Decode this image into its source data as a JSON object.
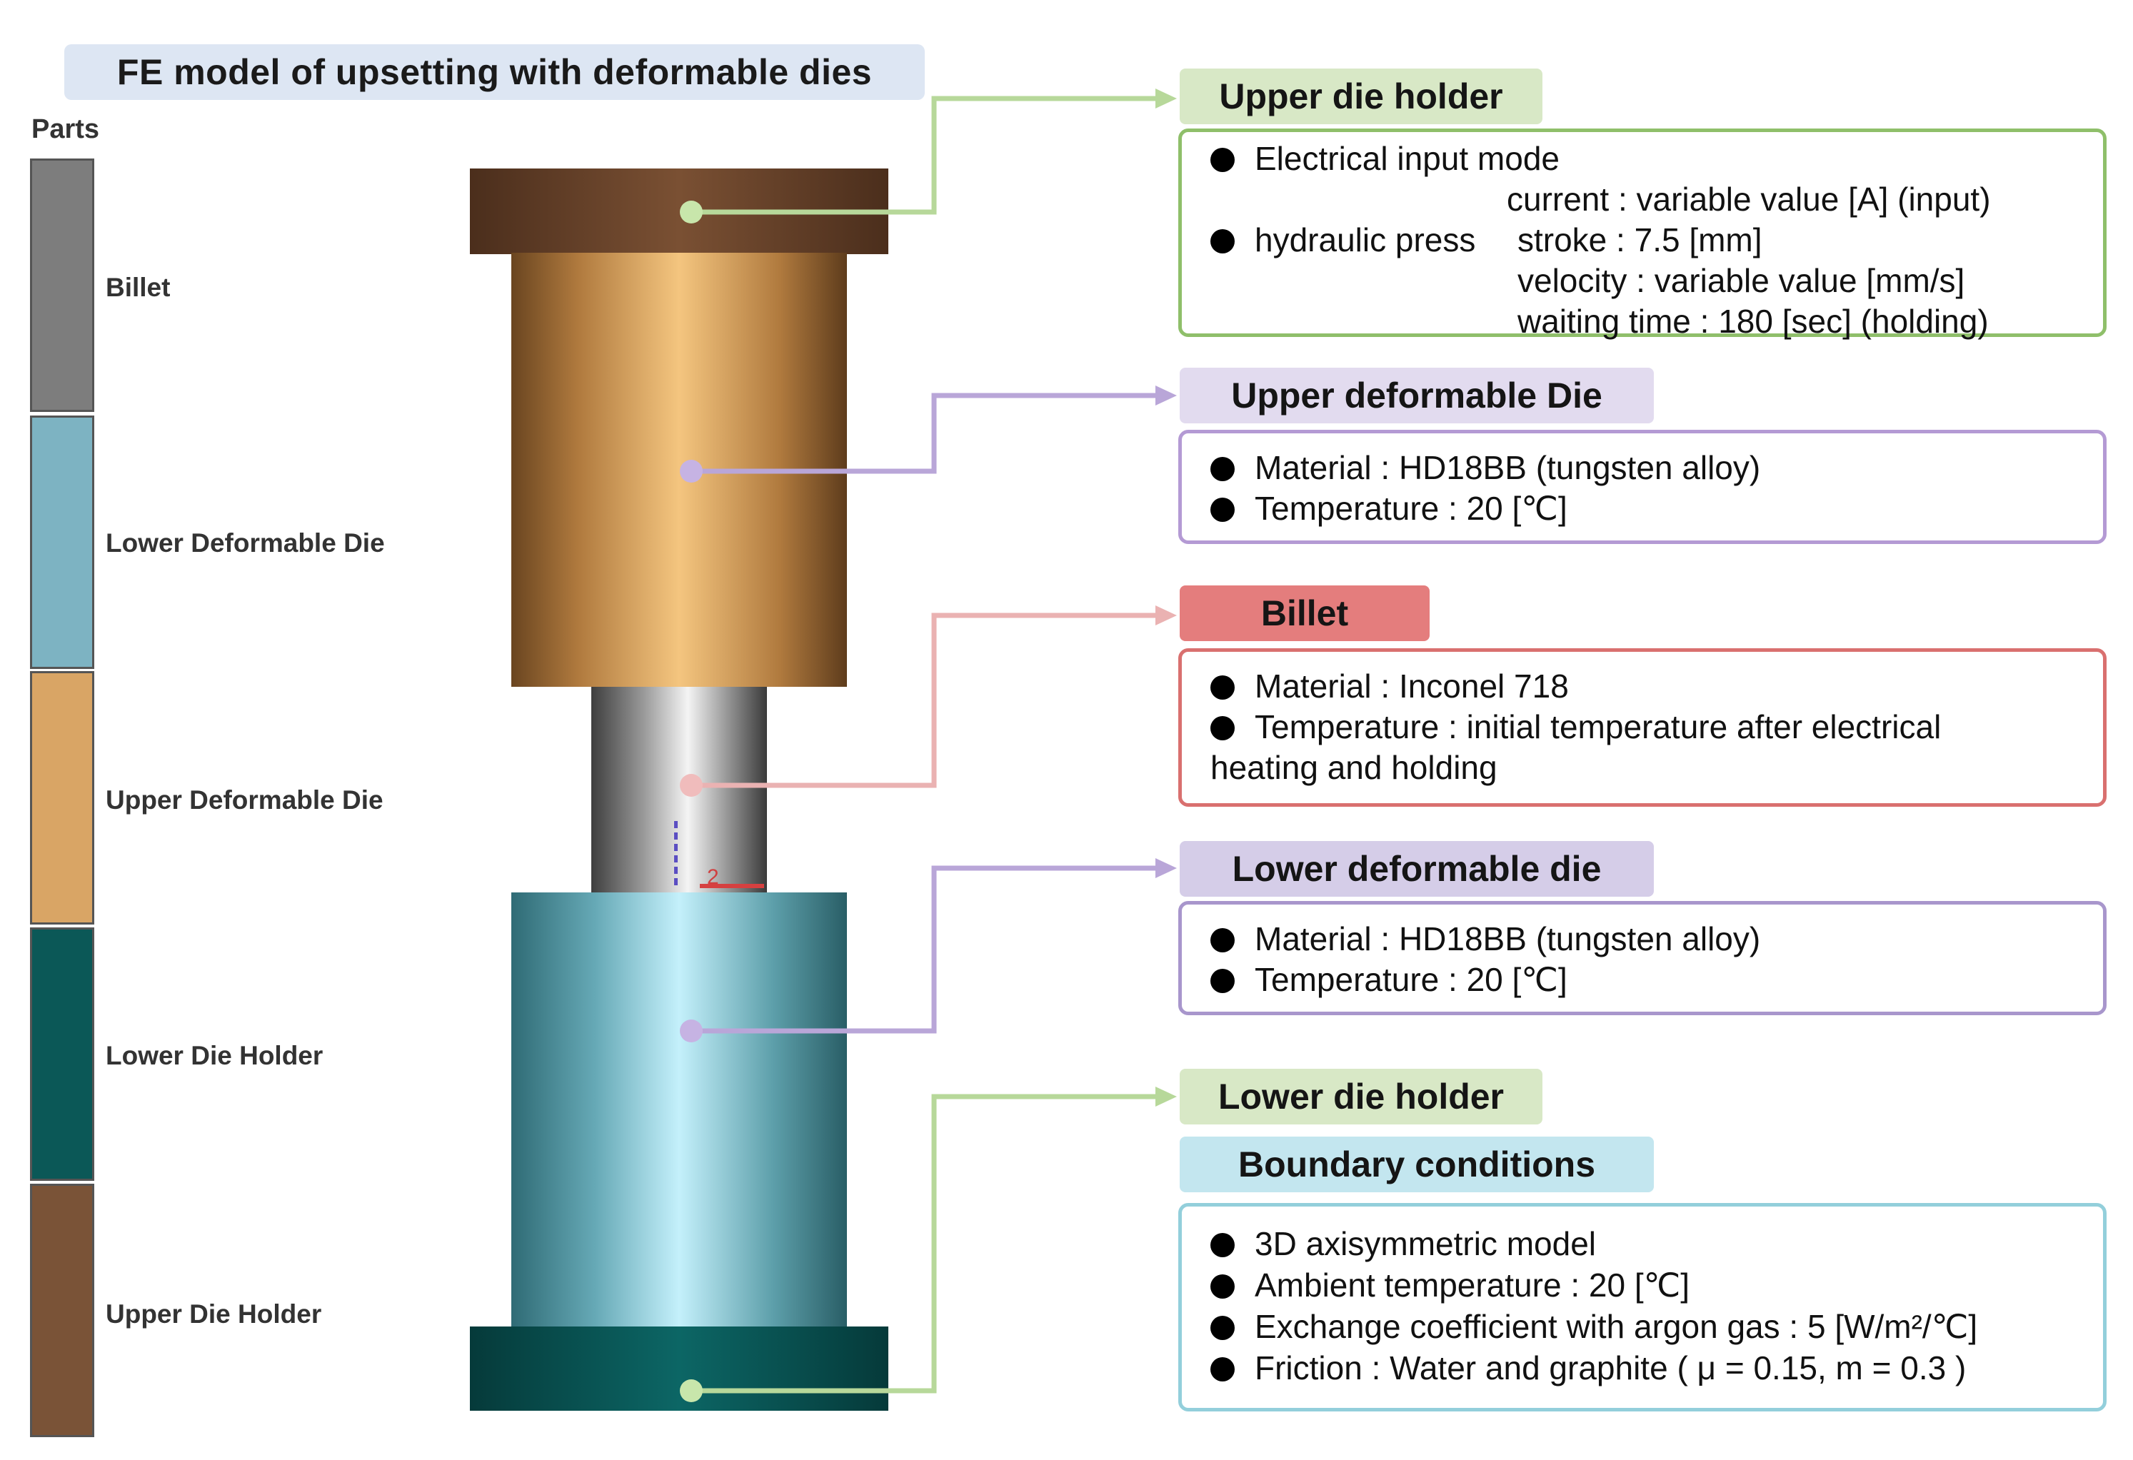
{
  "title": "FE model of upsetting with deformable dies",
  "parts": {
    "label": "Parts",
    "items": [
      {
        "name": "Billet",
        "color": "#7d7d7d"
      },
      {
        "name": "Lower Deformable Die",
        "color": "#7db3c2"
      },
      {
        "name": "Upper Deformable Die",
        "color": "#d9a565"
      },
      {
        "name": "Lower Die Holder",
        "color": "#0b5857"
      },
      {
        "name": "Upper Die Holder",
        "color": "#7a5337"
      }
    ]
  },
  "model": {
    "mesh_label": "2"
  },
  "callouts": {
    "upper_die_holder": {
      "title": "Upper die holder",
      "color": "#8fbf6a",
      "header_bg": "#d8e8c6",
      "lines": [
        "Electrical input mode",
        "current : variable value [A] (input)",
        "hydraulic press",
        "stroke : 7.5 [mm]",
        "velocity : variable value [mm/s]",
        "waiting time : 180 [sec] (holding)"
      ]
    },
    "upper_deformable_die": {
      "title": "Upper deformable Die",
      "color": "#b49ad4",
      "header_bg": "#e2dbef",
      "lines": [
        "Material : HD18BB (tungsten alloy)",
        "Temperature : 20 [℃]"
      ]
    },
    "billet": {
      "title": "Billet",
      "color": "#d9706f",
      "header_bg": "#e47d7d",
      "lines": [
        "Material : Inconel 718",
        "Temperature : initial temperature after electrical",
        "heating and holding"
      ]
    },
    "lower_deformable_die": {
      "title": "Lower deformable die",
      "color": "#a896cc",
      "header_bg": "#d5cde8",
      "lines": [
        "Material : HD18BB (tungsten alloy)",
        "Temperature : 20 [℃]"
      ]
    },
    "lower_die_holder": {
      "title": "Lower die holder",
      "color": "#8fbf6a",
      "header_bg": "#d8e8c6"
    },
    "boundary_conditions": {
      "title": "Boundary conditions",
      "color": "#93cfdb",
      "header_bg": "#c3e6ef",
      "lines": [
        "3D axisymmetric model",
        "Ambient temperature : 20 [℃]",
        "Exchange coefficient with argon gas : 5 [W/m²/℃]",
        "Friction : Water and graphite ( μ = 0.15,  m = 0.3 )"
      ]
    }
  }
}
